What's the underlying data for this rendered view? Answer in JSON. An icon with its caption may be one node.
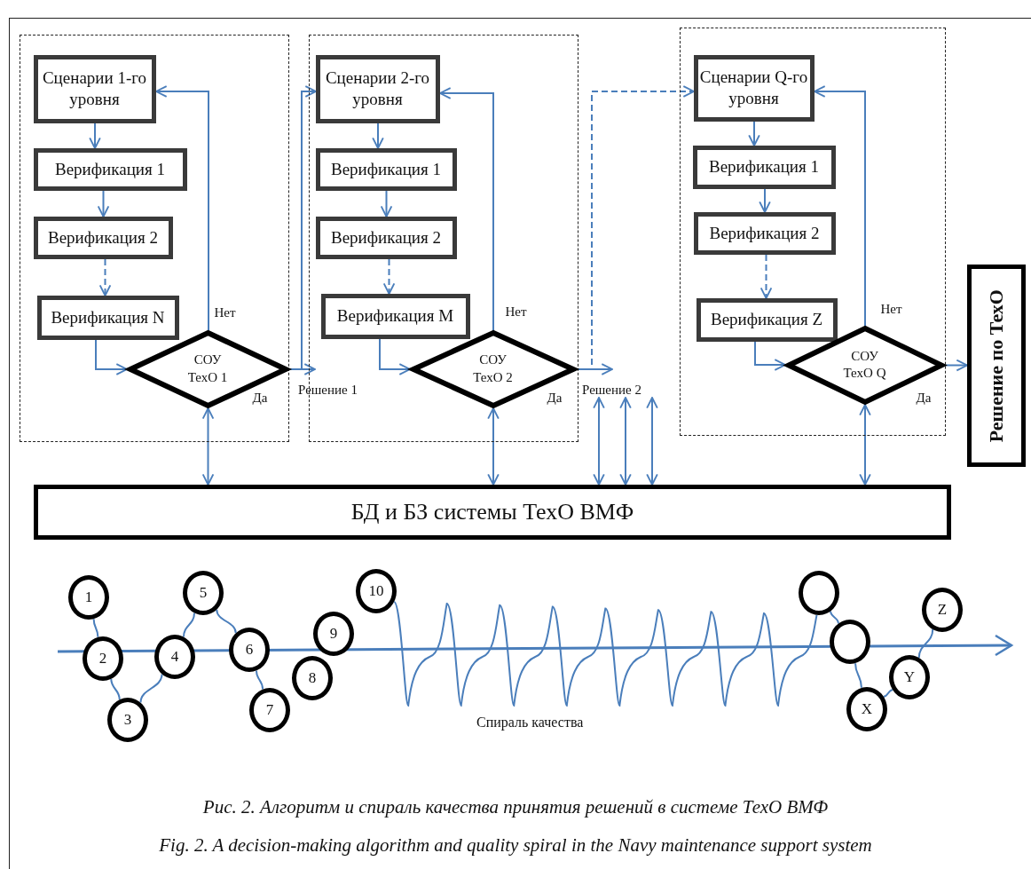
{
  "diagram": {
    "caption": "Рис. 2. Алгоритм и спираль качества принятия решений в системе ТехО ВМФ",
    "nodes": [
      {
        "text": [],
        "shape": "box"
      },
      {
        "text": [
          "Сценарии 1-го уровня"
        ],
        "in": 0
      },
      {
        "text": [
          "Верификация 1"
        ],
        "in": 0
      },
      {
        "text": [
          "Верификация 2"
        ],
        "in": 0
      },
      {
        "text": [
          "Верификация N"
        ],
        "in": 0
      },
      {
        "text": [
          "СОУ ТехО 1"
        ],
        "in": 0,
        "beside": [
          "Нет",
          "Да"
        ]
      },
      {
        "text": [],
        "shape": "box"
      },
      {
        "text": [
          "Сценарии 2-го уровня"
        ],
        "in": 6
      },
      {
        "text": [
          "Верификация 1"
        ],
        "in": 6
      },
      {
        "text": [
          "Верификация 2"
        ],
        "in": 6
      },
      {
        "text": [
          "Верификация M"
        ],
        "in": 6
      },
      {
        "text": [
          "СОУ ТехО 2"
        ],
        "in": 6,
        "beside": [
          "Нет",
          "Да"
        ]
      },
      {
        "text": [],
        "shape": "box"
      },
      {
        "text": [
          "Сценарии Q-го уровня"
        ],
        "in": 12
      },
      {
        "text": [
          "Верификация 1"
        ],
        "in": 12
      },
      {
        "text": [
          "Верификация 2"
        ],
        "in": 12
      },
      {
        "text": [
          "Верификация Z"
        ],
        "in": 12
      },
      {
        "text": [
          "СОУ ТехО Q"
        ],
        "in": 12,
        "beside": [
          "Нет",
          "Да"
        ]
      },
      {
        "text": [
          "Решение по ТехО"
        ]
      },
      {
        "text": [
          "БД и БЗ системы ТехО ВМФ"
        ]
      },
      {
        "text": [
          "1"
        ]
      },
      {
        "text": [
          "2"
        ]
      },
      {
        "text": [
          "3"
        ]
      },
      {
        "text": [
          "4"
        ]
      },
      {
        "text": [
          "5"
        ]
      },
      {
        "text": [
          "6"
        ]
      },
      {
        "text": [
          "7"
        ]
      },
      {
        "text": [
          "8"
        ]
      },
      {
        "text": [
          "9"
        ]
      },
      {
        "text": [
          "10"
        ]
      },
      {
        "text": [],
        "shape": "circle"
      },
      {
        "text": [],
        "shape": "circle"
      },
      {
        "text": [
          "X"
        ]
      },
      {
        "text": [
          "Y"
        ]
      },
      {
        "text": [
          "Z"
        ]
      },
      {
        "text": [
          "Решение 1"
        ]
      },
      {
        "text": [
          "Решение 2"
        ]
      }
    ],
    "edges": [
      {
        "from": 1,
        "to": 2,
        "arrow": "to"
      },
      {
        "from": 2,
        "to": 3,
        "arrow": "to"
      },
      {
        "from": 3,
        "to": 4,
        "arrow": "to",
        "style": "dashed"
      },
      {
        "from": 4,
        "to": 5,
        "arrow": "to"
      },
      {
        "from": 5,
        "to": 1,
        "arrow": "to"
      },
      {
        "from": 5,
        "to": 35,
        "arrow": "to"
      },
      {
        "from": 5,
        "to": 7,
        "arrow": "to"
      },
      {
        "from": 5,
        "to": 19,
        "arrow": "both"
      },
      {
        "from": 7,
        "to": 8,
        "arrow": "to"
      },
      {
        "from": 8,
        "to": 9,
        "arrow": "to"
      },
      {
        "from": 9,
        "to": 10,
        "arrow": "to",
        "style": "dashed"
      },
      {
        "from": 10,
        "to": 11,
        "arrow": "to"
      },
      {
        "from": 11,
        "to": 7,
        "arrow": "to"
      },
      {
        "from": 11,
        "to": 36,
        "arrow": "to"
      },
      {
        "from": 11,
        "to": 13,
        "arrow": "to",
        "style": "dashed"
      },
      {
        "from": 11,
        "to": 19,
        "arrow": "both"
      },
      {
        "from": 36,
        "to": 19,
        "arrow": "both"
      },
      {
        "from": 36,
        "to": 19,
        "arrow": "both"
      },
      {
        "from": 36,
        "to": 19,
        "arrow": "both"
      },
      {
        "from": 13,
        "to": 14,
        "arrow": "to"
      },
      {
        "from": 14,
        "to": 15,
        "arrow": "to"
      },
      {
        "from": 15,
        "to": 16,
        "arrow": "to",
        "style": "dashed"
      },
      {
        "from": 16,
        "to": 17,
        "arrow": "to"
      },
      {
        "from": 17,
        "to": 13,
        "arrow": "to"
      },
      {
        "from": 17,
        "to": 18,
        "arrow": "to"
      },
      {
        "from": 17,
        "to": 19,
        "arrow": "both"
      },
      {
        "from": 20,
        "to": 21,
        "arrow": "none"
      },
      {
        "from": 21,
        "to": 22,
        "arrow": "none"
      },
      {
        "from": 22,
        "to": 23,
        "arrow": "none"
      },
      {
        "from": 23,
        "to": 24,
        "arrow": "none"
      },
      {
        "from": 24,
        "to": 25,
        "arrow": "none"
      },
      {
        "from": 25,
        "to": 26,
        "arrow": "none"
      },
      {
        "from": 29,
        "to": 30,
        "arrow": "none"
      },
      {
        "from": 30,
        "to": 31,
        "arrow": "none"
      },
      {
        "from": 31,
        "to": 32,
        "arrow": "none"
      },
      {
        "from": 32,
        "to": 33,
        "arrow": "none"
      },
      {
        "from": 33,
        "to": 34,
        "arrow": "none"
      }
    ],
    "labels": [
      "Спираль качества",
      "Fig. 2. A decision-making algorithm and quality spiral in the Navy maintenance support system"
    ]
  }
}
